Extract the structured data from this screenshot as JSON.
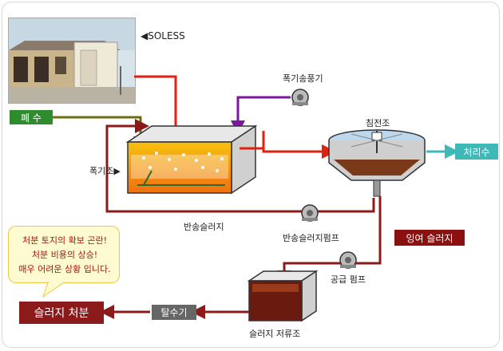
{
  "labels": {
    "soless": "◀SOLESS",
    "waste_water": "폐 수",
    "blower": "폭기송풍기",
    "aeration_tank": "폭기조▶",
    "clarifier": "침전조",
    "treated_water": "처리수",
    "return_sludge": "반송슬러지",
    "return_sludge_pump": "반송슬러지펌프",
    "excess_sludge": "잉여 슬러지",
    "supply_pump": "공급 펌프",
    "sludge_storage_tank": "슬러지 저류조",
    "dewatering_machine": "탈수기",
    "sludge_disposal": "슬러지 처분"
  },
  "callout": {
    "line1": "처분 토지의 확보 곤란!",
    "line2": "처분 비용의 상승!",
    "line3": "매우 어려운 상황 입니다."
  },
  "colors": {
    "waste_water_box": "#2e8b2e",
    "treated_water_box": "#3fb8b8",
    "excess_sludge_box": "#8b1010",
    "dewatering_box": "#666666",
    "disposal_box": "#8b1a1a",
    "red_pipe": "#e02010",
    "air_pipe": "#7a1a9a",
    "return_pipe": "#8b1a1a",
    "feed_pipe": "#6e6e10"
  }
}
